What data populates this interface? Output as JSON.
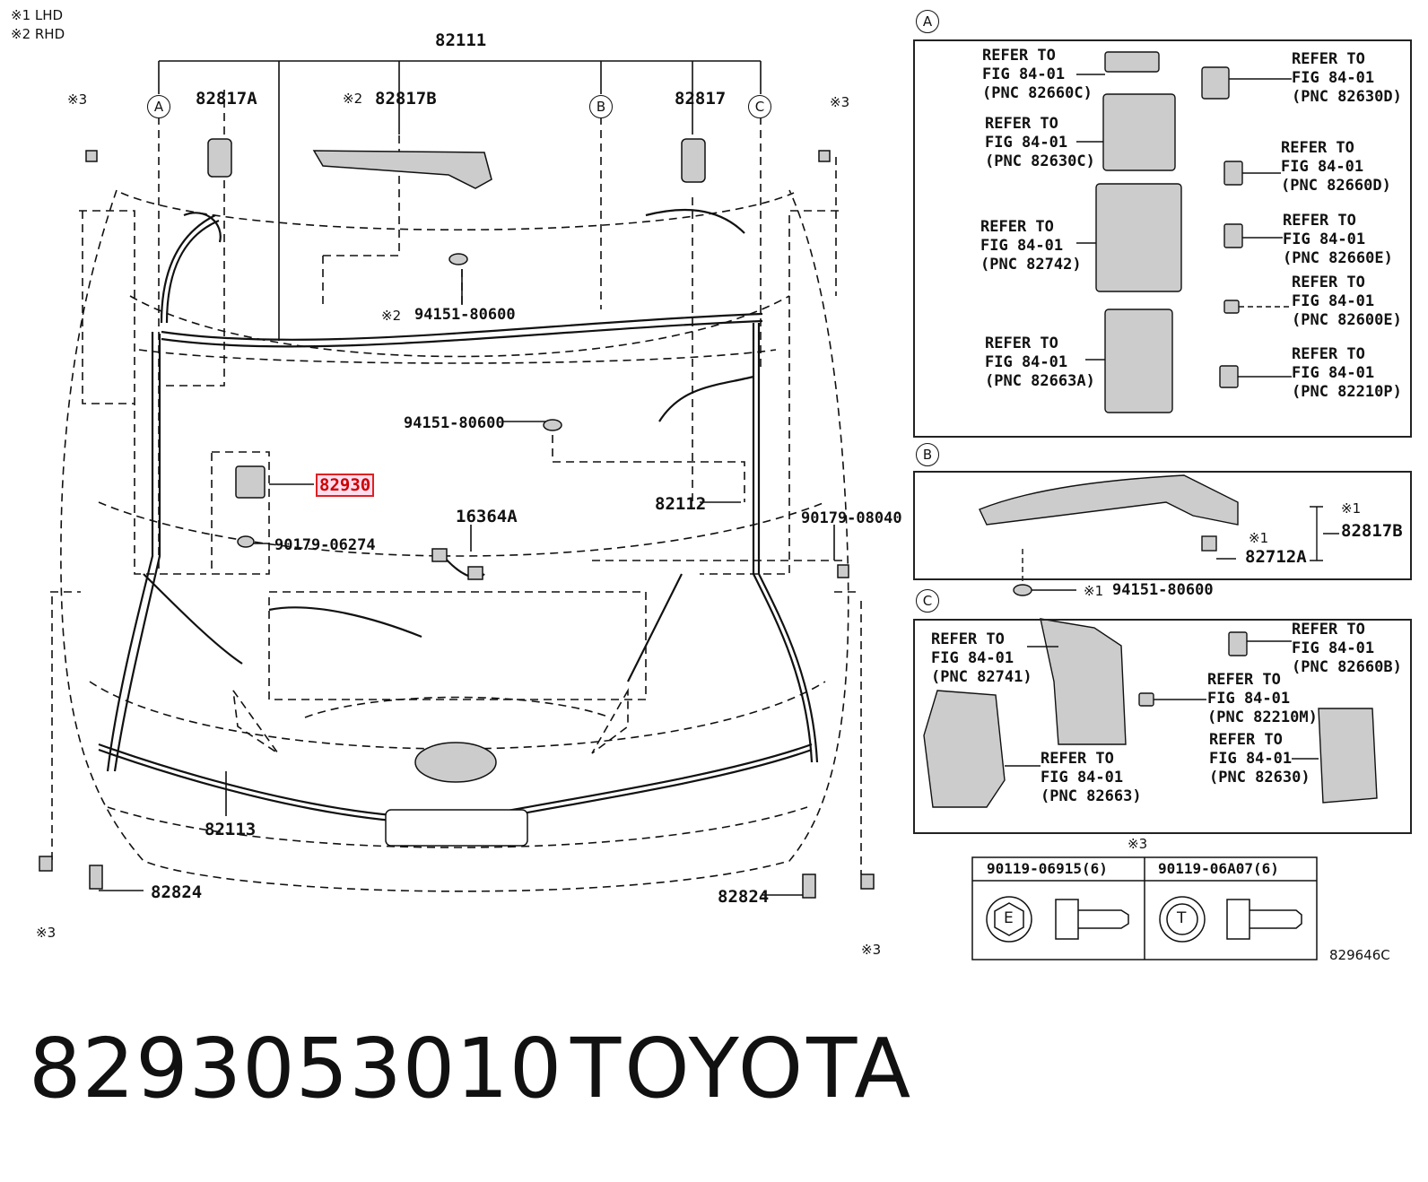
{
  "notes": {
    "n1": "※1 LHD",
    "n2": "※2 RHD"
  },
  "markers": {
    "a": "A",
    "b": "B",
    "c": "C",
    "x3": "※3",
    "x2": "※2",
    "x1": "※1"
  },
  "main": {
    "p82111": "82111",
    "p82817A": "82817A",
    "p82817B": "82817B",
    "p82817": "82817",
    "p94151_top": "94151-80600",
    "p94151_mid": "94151-80600",
    "p82930": "82930",
    "p90179_06274": "90179-06274",
    "p16364A": "16364A",
    "p82112": "82112",
    "p90179_08040": "90179-08040",
    "p82113": "82113",
    "p82824_left": "82824",
    "p82824_right": "82824"
  },
  "panel_a": {
    "r1": "REFER TO\nFIG 84-01\n(PNC 82660C)",
    "r2": "REFER TO\nFIG 84-01\n(PNC 82630D)",
    "r3": "REFER TO\nFIG 84-01\n(PNC 82630C)",
    "r4": "REFER TO\nFIG 84-01\n(PNC 82660D)",
    "r5": "REFER TO\nFIG 84-01\n(PNC 82742)",
    "r6": "REFER TO\nFIG 84-01\n(PNC 82660E)",
    "r7": "REFER TO\nFIG 84-01\n(PNC 82600E)",
    "r8": "REFER TO\nFIG 84-01\n(PNC 82663A)",
    "r9": "REFER TO\nFIG 84-01\n(PNC 82210P)"
  },
  "panel_b": {
    "p82817B": "82817B",
    "p82712A": "82712A",
    "p94151": "94151-80600"
  },
  "panel_c": {
    "r1": "REFER TO\nFIG 84-01\n(PNC 82741)",
    "r2": "REFER TO\nFIG 84-01\n(PNC 82660B)",
    "r3": "REFER TO\nFIG 84-01\n(PNC 82210M)",
    "r4": "REFER TO\nFIG 84-01\n(PNC 82630)",
    "r5": "REFER TO\nFIG 84-01\n(PNC 82663)"
  },
  "bolt_table": {
    "col1": "90119-06915(6)",
    "col2": "90119-06A07(6)",
    "e": "E",
    "t": "T"
  },
  "fig_code": "829646C",
  "footer": {
    "part_number": "8293053010",
    "brand": "TOYOTA"
  }
}
